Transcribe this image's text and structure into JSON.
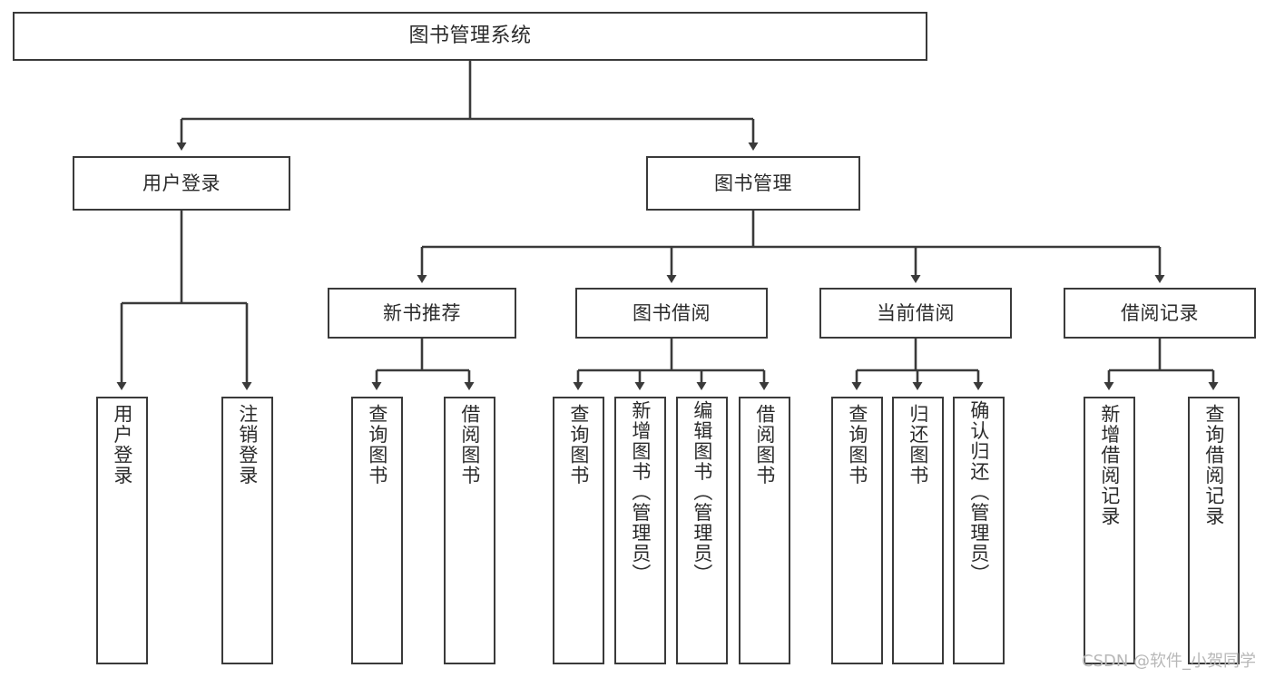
{
  "diagram": {
    "title": "图书管理系统",
    "type": "tree-hierarchy-chart",
    "root": {
      "id": "root",
      "label": "图书管理系统"
    },
    "level2": [
      {
        "id": "user-login",
        "label": "用户登录"
      },
      {
        "id": "book-management",
        "label": "图书管理"
      }
    ],
    "level3": [
      {
        "id": "new-book-recommend",
        "label": "新书推荐"
      },
      {
        "id": "book-borrow",
        "label": "图书借阅"
      },
      {
        "id": "current-borrow",
        "label": "当前借阅"
      },
      {
        "id": "borrow-record",
        "label": "借阅记录"
      }
    ],
    "leaves": {
      "user_login": [
        {
          "id": "leaf-user-login",
          "label": "用户登录"
        },
        {
          "id": "leaf-logout-login",
          "label": "注销登录"
        }
      ],
      "new_book_recommend": [
        {
          "id": "leaf-query-book-1",
          "label": "查询图书"
        },
        {
          "id": "leaf-borrow-book-1",
          "label": "借阅图书"
        }
      ],
      "book_borrow": [
        {
          "id": "leaf-query-book-2",
          "label": "查询图书"
        },
        {
          "id": "leaf-add-book",
          "label": "新增图书（管理员）"
        },
        {
          "id": "leaf-edit-book",
          "label": "编辑图书（管理员）"
        },
        {
          "id": "leaf-borrow-book-2",
          "label": "借阅图书"
        }
      ],
      "current_borrow": [
        {
          "id": "leaf-query-book-3",
          "label": "查询图书"
        },
        {
          "id": "leaf-return-book",
          "label": "归还图书"
        },
        {
          "id": "leaf-confirm-return",
          "label": "确认归还（管理员）"
        }
      ],
      "borrow_record": [
        {
          "id": "leaf-add-record",
          "label": "新增借阅记录"
        },
        {
          "id": "leaf-query-record",
          "label": "查询借阅记录"
        }
      ]
    },
    "watermark": "CSDN @软件_小贺同学",
    "colors": {
      "border": "#3a3a3a",
      "background": "#ffffff",
      "text": "#2b2b2b",
      "watermark": "#b8b8b8"
    }
  }
}
